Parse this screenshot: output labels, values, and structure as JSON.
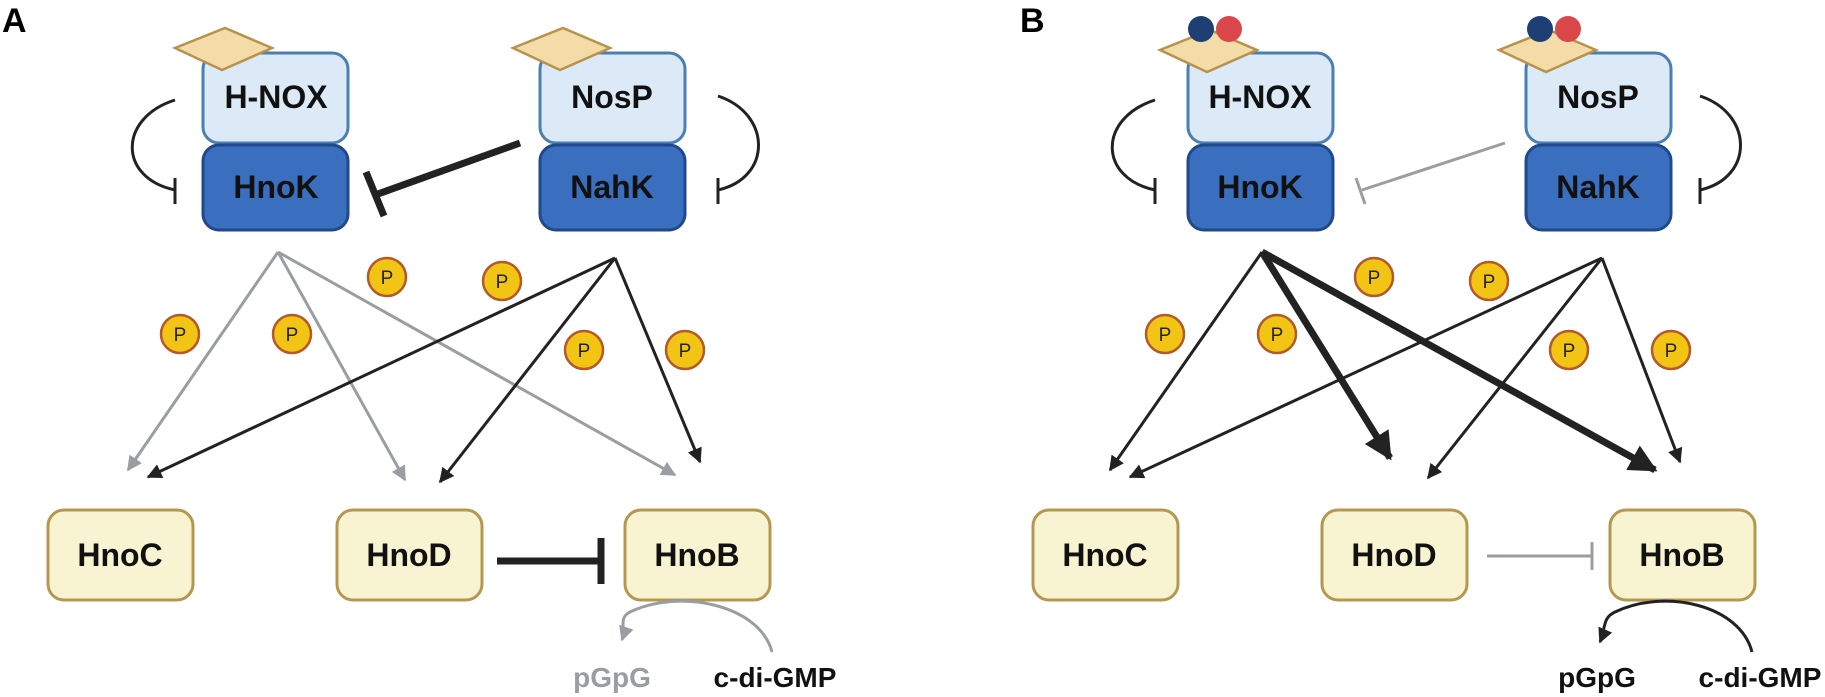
{
  "panel_a": {
    "label": "A",
    "sensor_left": "H-NOX",
    "kinase_left": "HnoK",
    "sensor_right": "NosP",
    "kinase_right": "NahK",
    "targets": [
      "HnoC",
      "HnoD",
      "HnoB"
    ],
    "phospho": "P",
    "product": "pGpG",
    "substrate": "c-di-GMP"
  },
  "panel_b": {
    "label": "B",
    "sensor_left": "H-NOX",
    "kinase_left": "HnoK",
    "sensor_right": "NosP",
    "kinase_right": "NahK",
    "targets": [
      "HnoC",
      "HnoD",
      "HnoB"
    ],
    "phospho": "P",
    "product": "pGpG",
    "substrate": "c-di-GMP"
  },
  "colors": {
    "sensor_fill": "#dceaf8",
    "sensor_stroke": "#4a7fb0",
    "kinase_fill": "#3a6fc0",
    "kinase_stroke": "#1f4a8a",
    "target_fill": "#f8f3d0",
    "target_stroke": "#b49850",
    "heme_fill": "#f3dca8",
    "heme_stroke": "#b8924a",
    "phospho_fill": "#f2c515",
    "phospho_stroke": "#b5582a",
    "active_arrow": "#222222",
    "inactive_arrow": "#9a9ea2",
    "ligand_blue": "#1e3f74",
    "ligand_red": "#d9474a"
  }
}
